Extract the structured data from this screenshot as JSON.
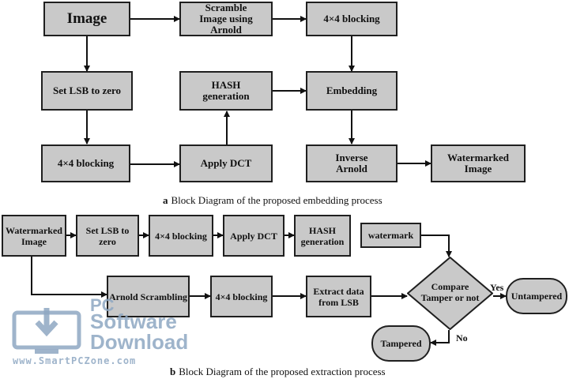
{
  "embedding": {
    "image": "Image",
    "scramble": "Scramble\nImage using\nArnold",
    "block1": "4×4 blocking",
    "lsb": "Set LSB to zero",
    "hash": "HASH\ngeneration",
    "embed": "Embedding",
    "block2": "4×4 blocking",
    "dct": "Apply DCT",
    "inverse": "Inverse\nArnold",
    "watermarked": "Watermarked\nImage",
    "caption_letter": "a",
    "caption": "Block Diagram of the proposed embedding process"
  },
  "extraction": {
    "watermarked": "Watermarked\nImage",
    "lsb": "Set LSB to\nzero",
    "block1": "4×4 blocking",
    "dct": "Apply DCT",
    "hash": "HASH\ngeneration",
    "watermark": "watermark",
    "arnold": "Arnold Scrambling",
    "block2": "4×4 blocking",
    "extract": "Extract data\nfrom LSB",
    "compare": "Compare\nTamper or not",
    "yes": "Yes",
    "no": "No",
    "untampered": "Untampered",
    "tampered": "Tampered",
    "caption_letter": "b",
    "caption": "Block Diagram of the proposed extraction process"
  },
  "watermark_logo": {
    "line1": "PC",
    "line2": "Software",
    "line3": "Download",
    "url": "www.SmartPCZone.com"
  }
}
